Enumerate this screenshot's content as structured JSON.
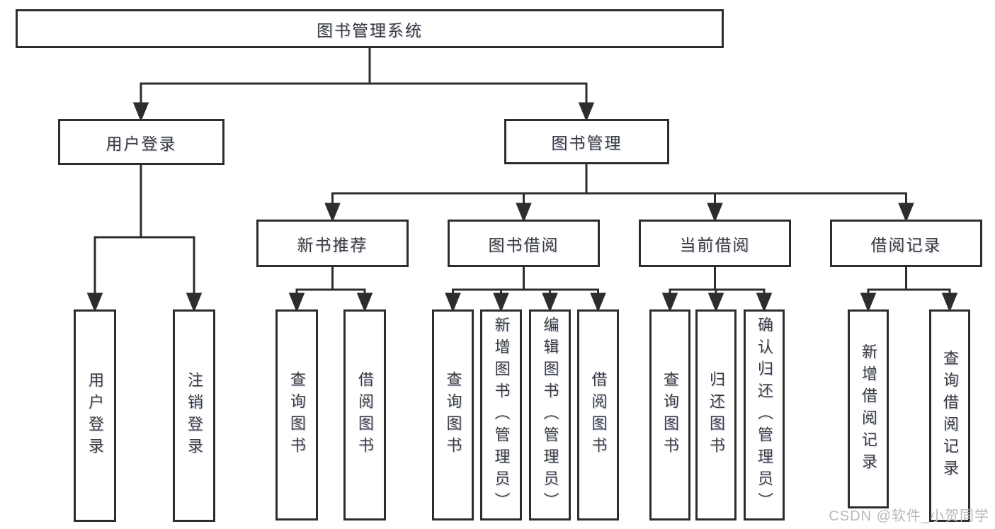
{
  "diagram_type": "hierarchy-tree",
  "colors": {
    "background": "#ffffff",
    "box_border": "#2d2d2d",
    "connector_line": "#2d2d2d",
    "label_text": "#3a3a3a",
    "watermark_text": "#b9b9b9"
  },
  "tree": {
    "label": "图书管理系统",
    "children": [
      {
        "label": "用户登录",
        "children": [
          {
            "label": "用户登录"
          },
          {
            "label": "注销登录"
          }
        ]
      },
      {
        "label": "图书管理",
        "children": [
          {
            "label": "新书推荐",
            "children": [
              {
                "label": "查询图书"
              },
              {
                "label": "借阅图书"
              }
            ]
          },
          {
            "label": "图书借阅",
            "children": [
              {
                "label": "查询图书"
              },
              {
                "label": "新增图书（管理员）"
              },
              {
                "label": "编辑图书（管理员）"
              },
              {
                "label": "借阅图书"
              }
            ]
          },
          {
            "label": "当前借阅",
            "children": [
              {
                "label": "查询图书"
              },
              {
                "label": "归还图书"
              },
              {
                "label": "确认归还（管理员）"
              }
            ]
          },
          {
            "label": "借阅记录",
            "children": [
              {
                "label": "新增借阅记录"
              },
              {
                "label": "查询借阅记录"
              }
            ]
          }
        ]
      }
    ]
  },
  "watermark": {
    "text": "CSDN @软件_小贺同学"
  }
}
